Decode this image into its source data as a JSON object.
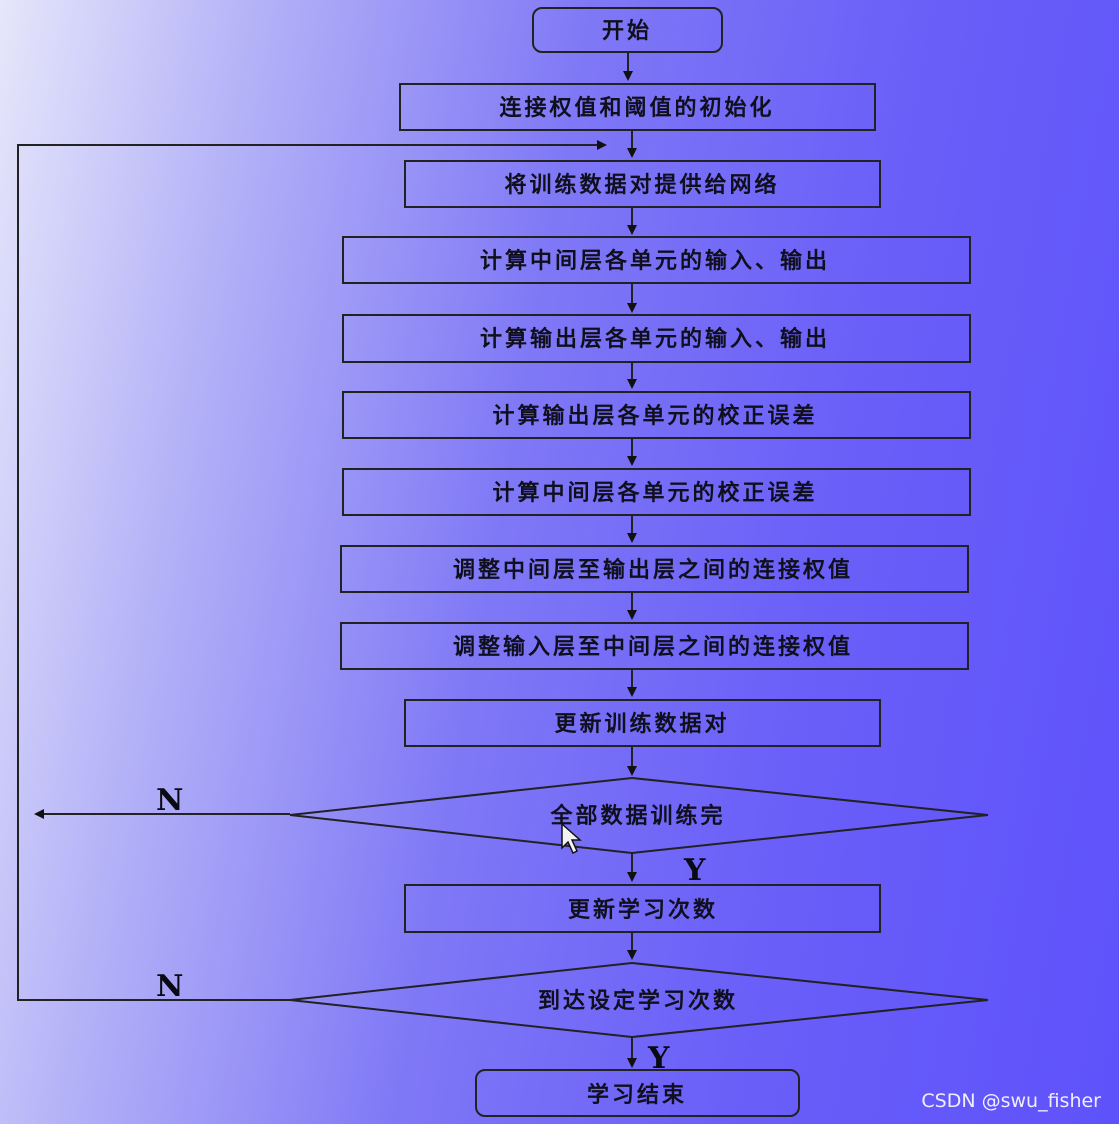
{
  "nodes": {
    "start": "开始",
    "init": "连接权值和阈值的初始化",
    "feed": "将训练数据对提供给网络",
    "hidden_io": "计算中间层各单元的输入、输出",
    "output_io": "计算输出层各单元的输入、输出",
    "output_err": "计算输出层各单元的校正误差",
    "hidden_err": "计算中间层各单元的校正误差",
    "adj_hidden_out": "调整中间层至输出层之间的连接权值",
    "adj_in_hidden": "调整输入层至中间层之间的连接权值",
    "update_data": "更新训练数据对",
    "all_trained": "全部数据训练完",
    "update_count": "更新学习次数",
    "reach_count": "到达设定学习次数",
    "end": "学习结束"
  },
  "edge_labels": {
    "no": "N",
    "yes": "Y"
  },
  "watermark": "CSDN @swu_fisher"
}
